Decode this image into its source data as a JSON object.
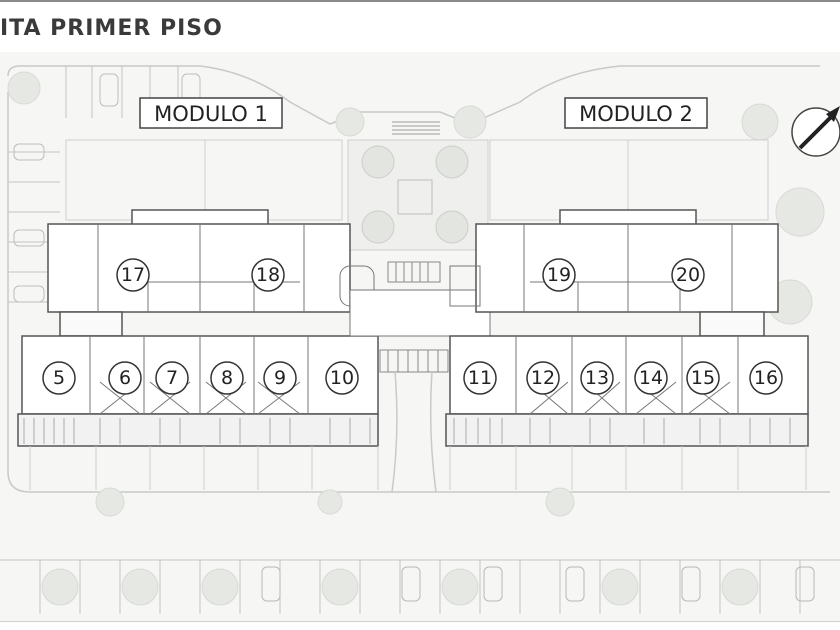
{
  "header": {
    "title": "ITA PRIMER PISO"
  },
  "modules": [
    {
      "id": "m1",
      "label": "MODULO 1"
    },
    {
      "id": "m2",
      "label": "MODULO 2"
    }
  ],
  "units": {
    "u5": "5",
    "u6": "6",
    "u7": "7",
    "u8": "8",
    "u9": "9",
    "u10": "10",
    "u11": "11",
    "u12": "12",
    "u13": "13",
    "u14": "14",
    "u15": "15",
    "u16": "16",
    "u17": "17",
    "u18": "18",
    "u19": "19",
    "u20": "20"
  },
  "colors": {
    "background": "#f6f6f4",
    "walls": "#555555",
    "trees": "#e4e6e2",
    "lines": "#b8b8b8"
  },
  "icons": {
    "north": "north-arrow-icon"
  }
}
